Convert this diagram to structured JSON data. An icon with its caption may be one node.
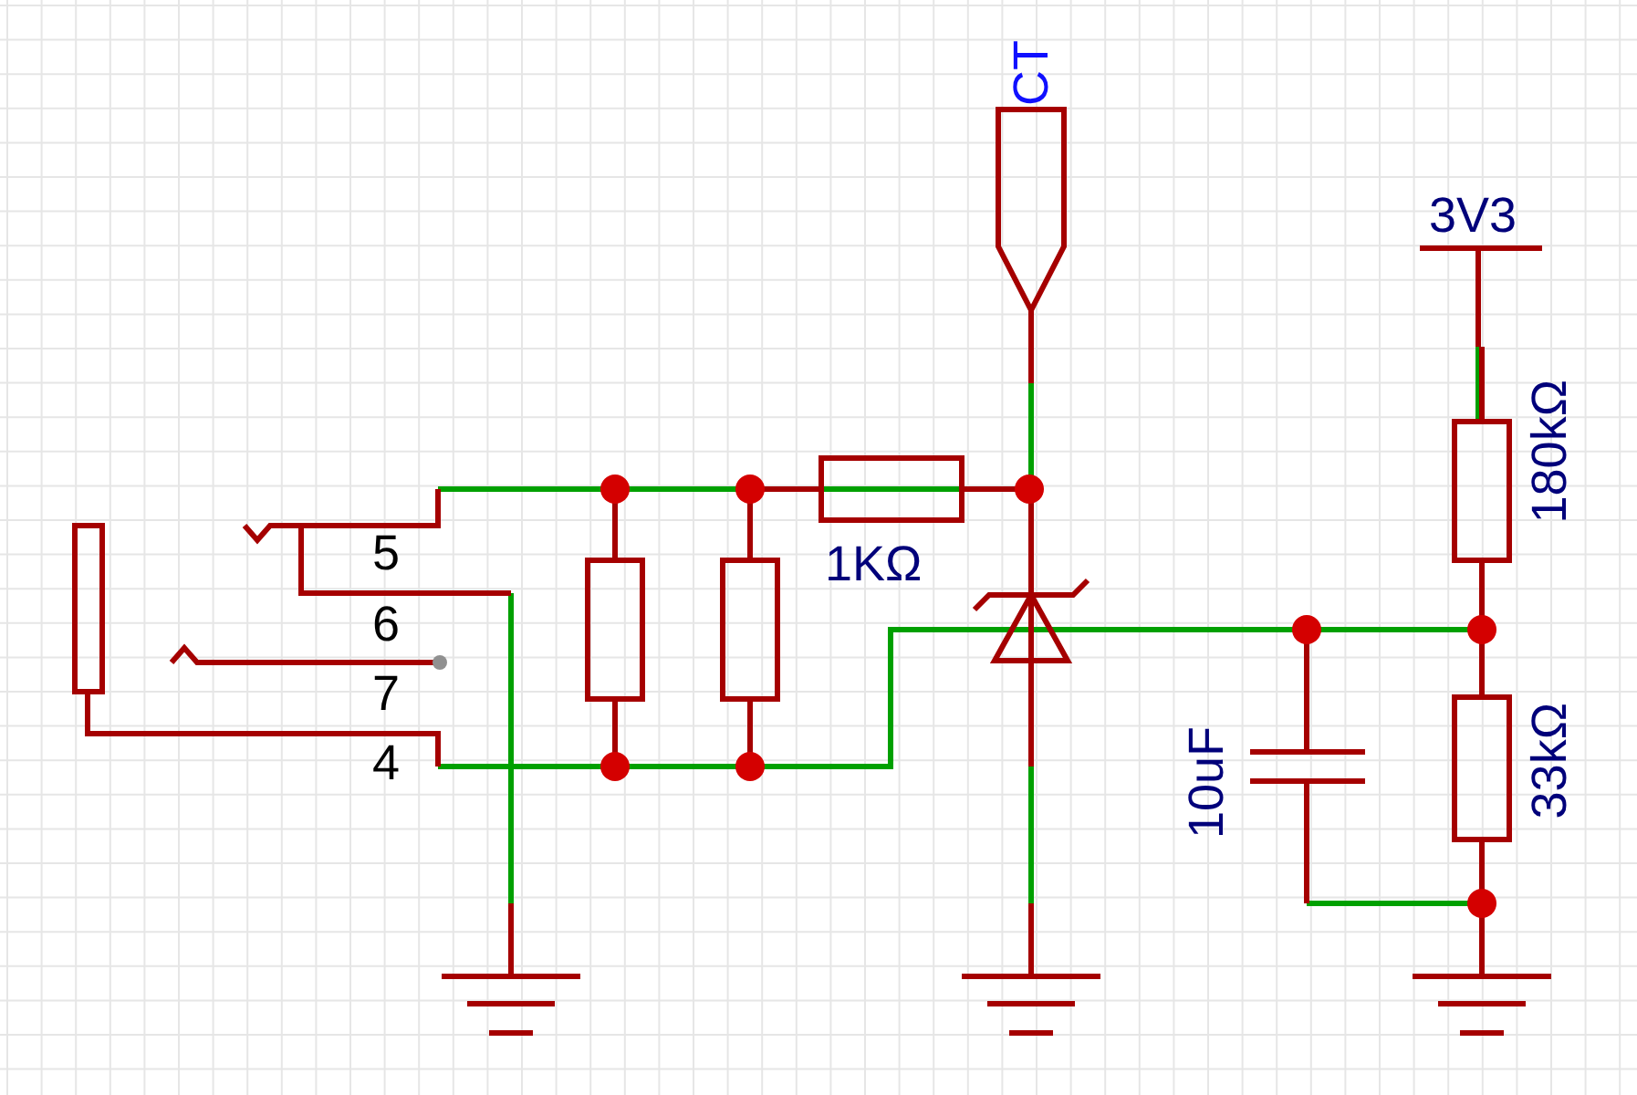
{
  "diagram": {
    "labels": [
      "CT",
      "3V3",
      "180kΩ",
      "5",
      "1KΩ",
      "6",
      "7",
      "4",
      "10uF",
      "33kΩ"
    ]
  }
}
